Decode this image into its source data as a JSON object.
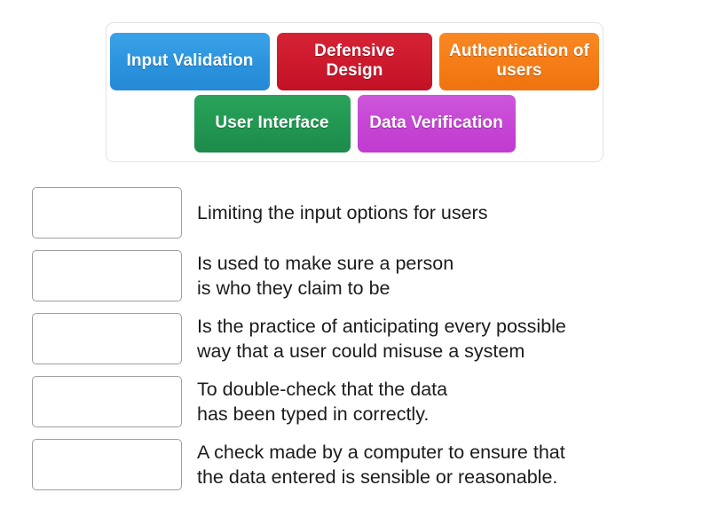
{
  "activity": {
    "type": "match-up",
    "tile_bank": {
      "rows": [
        [
          {
            "label": "Input\nValidation",
            "color": "#2b93dd",
            "color_name": "blue"
          },
          {
            "label": "Defensive\nDesign",
            "color": "#cc1a2c",
            "color_name": "red"
          },
          {
            "label": "Authentication\nof users",
            "color": "#f57c16",
            "color_name": "orange"
          }
        ],
        [
          {
            "label": "User Interface",
            "color": "#219651",
            "color_name": "green"
          },
          {
            "label": "Data\nVerification",
            "color": "#c645d4",
            "color_name": "purple"
          }
        ]
      ]
    },
    "match_rows": [
      {
        "drop_placeholder": "",
        "definition": "Limiting the input options for users"
      },
      {
        "drop_placeholder": "",
        "definition": "Is used to make sure a person\nis who they claim to be"
      },
      {
        "drop_placeholder": "",
        "definition": "Is the practice of anticipating every possible\nway that a user could misuse a system"
      },
      {
        "drop_placeholder": "",
        "definition": "To double-check that the data\nhas been typed in correctly."
      },
      {
        "drop_placeholder": "",
        "definition": "A check made by a computer to ensure that\nthe data entered is sensible or reasonable."
      }
    ]
  },
  "colors": {
    "background": "#ffffff",
    "panel_border": "#e3e3e3",
    "drop_zone_border": "#9e9e9e",
    "text": "#1c1c1c",
    "tile_text": "#ffffff"
  }
}
